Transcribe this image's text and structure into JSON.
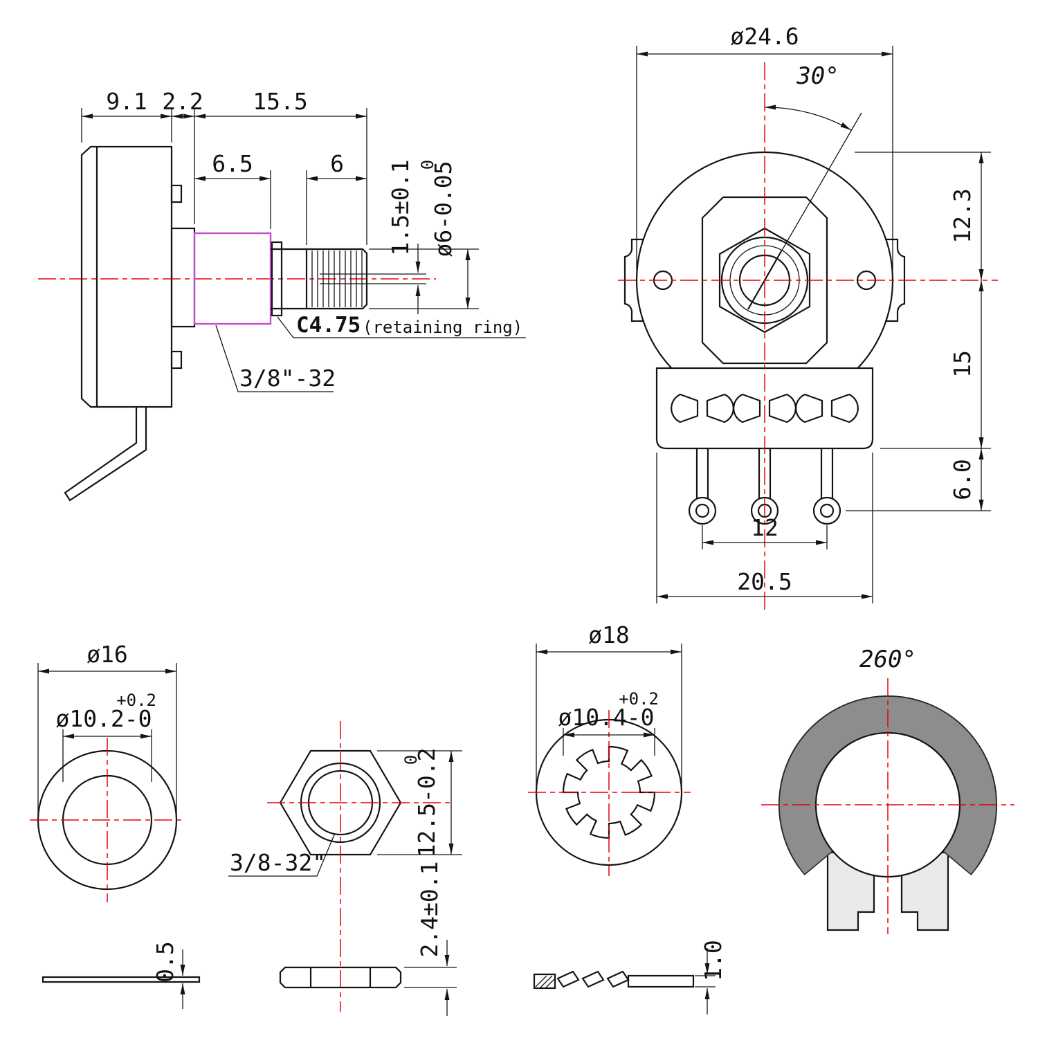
{
  "colors": {
    "line": "#141414",
    "centerline": "#e8000a",
    "bushing": "#c44fd0",
    "track_gray": "#8d8d8d",
    "tab_gray": "#eaeaea"
  },
  "side_view": {
    "body_width": "9.1",
    "bushing_plate": "2.2",
    "shaft_length": "15.5",
    "thread_length": "6.5",
    "knurl_length": "6",
    "slot_depth": "1.5±0.1",
    "shaft_dia_tol_upper": "0",
    "shaft_dia": "ø6-0.05",
    "retaining_ring_size": "C4.75",
    "retaining_ring_note": "(retaining ring)",
    "thread_spec": "3/8\"-32"
  },
  "front_view": {
    "body_dia": "ø24.6",
    "slot_angle": "30°",
    "center_to_top": "12.3",
    "center_to_base": "15",
    "pin_drop": "6.0",
    "pin_pitch": "12",
    "base_width": "20.5"
  },
  "washer_view": {
    "outer_dia": "ø16",
    "bore_tol_upper": "+0.2",
    "bore_dia": "ø10.2-0",
    "thickness": "0.5"
  },
  "nut_view": {
    "thread_spec": "3/8-32\"",
    "across_flats_tol_upper": "0",
    "across_flats": "12.5-0.2",
    "thickness": "2.4±0.1"
  },
  "lock_washer_view": {
    "outer_dia": "ø18",
    "bore_tol_upper": "+0.2",
    "bore_dia": "ø10.4-0",
    "thickness": "1.0"
  },
  "rotation_view": {
    "rotation_angle": "260°"
  }
}
